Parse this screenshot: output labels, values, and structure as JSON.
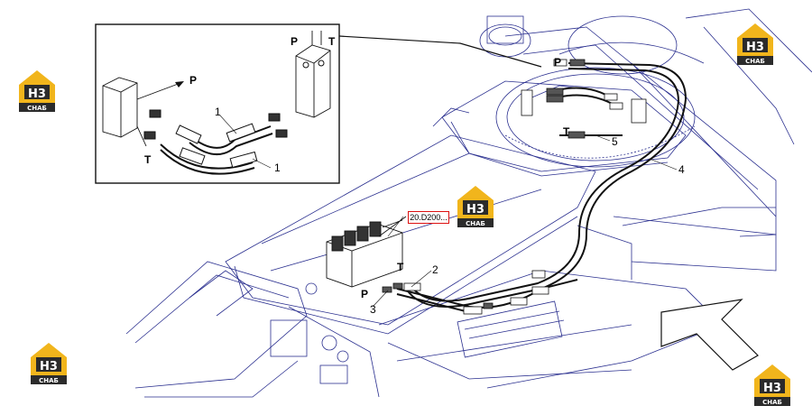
{
  "callouts": {
    "c1a": "1",
    "c1b": "1",
    "c2": "2",
    "c3": "3",
    "c4": "4",
    "c5": "5"
  },
  "ports": {
    "inset_p_top": "P",
    "inset_t_top": "T",
    "inset_p_left": "P",
    "inset_t_left": "T",
    "main_p_top": "P",
    "main_t_mid": "T",
    "main_t_valve": "T",
    "main_p_valve": "P"
  },
  "reference_link": "20.D200...",
  "watermark": {
    "letters": "H3",
    "caption": "СНАБ",
    "colors": {
      "gold": "#f1b51c",
      "dark": "#2b2b2b"
    }
  },
  "colors": {
    "line_art": "#2a2f8f",
    "hose": "#111111",
    "ref_border": "#dd1111"
  }
}
